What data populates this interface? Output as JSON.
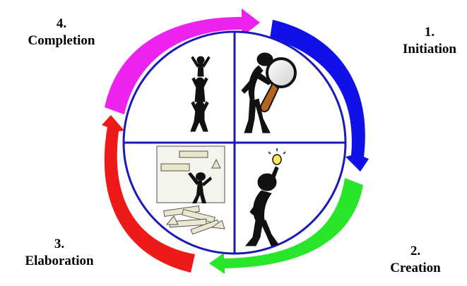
{
  "phases": [
    {
      "number": "1.",
      "name": "Initiation",
      "color": "#1010e8"
    },
    {
      "number": "2.",
      "name": "Creation",
      "color": "#2ae62a"
    },
    {
      "number": "3.",
      "name": "Elaboration",
      "color": "#ee1a1a"
    },
    {
      "number": "4.",
      "name": "Completion",
      "color": "#ee22ee"
    }
  ],
  "circle": {
    "stroke_color": "#1a1ab8"
  },
  "figures": [
    {
      "quadrant": "top-right",
      "icon": "figure-with-magnifying-glass-icon"
    },
    {
      "quadrant": "bottom-right",
      "icon": "figure-with-lightbulb-idea-icon"
    },
    {
      "quadrant": "bottom-left",
      "icon": "figure-building-with-blocks-icon"
    },
    {
      "quadrant": "top-left",
      "icon": "stacked-figures-tower-icon"
    }
  ]
}
